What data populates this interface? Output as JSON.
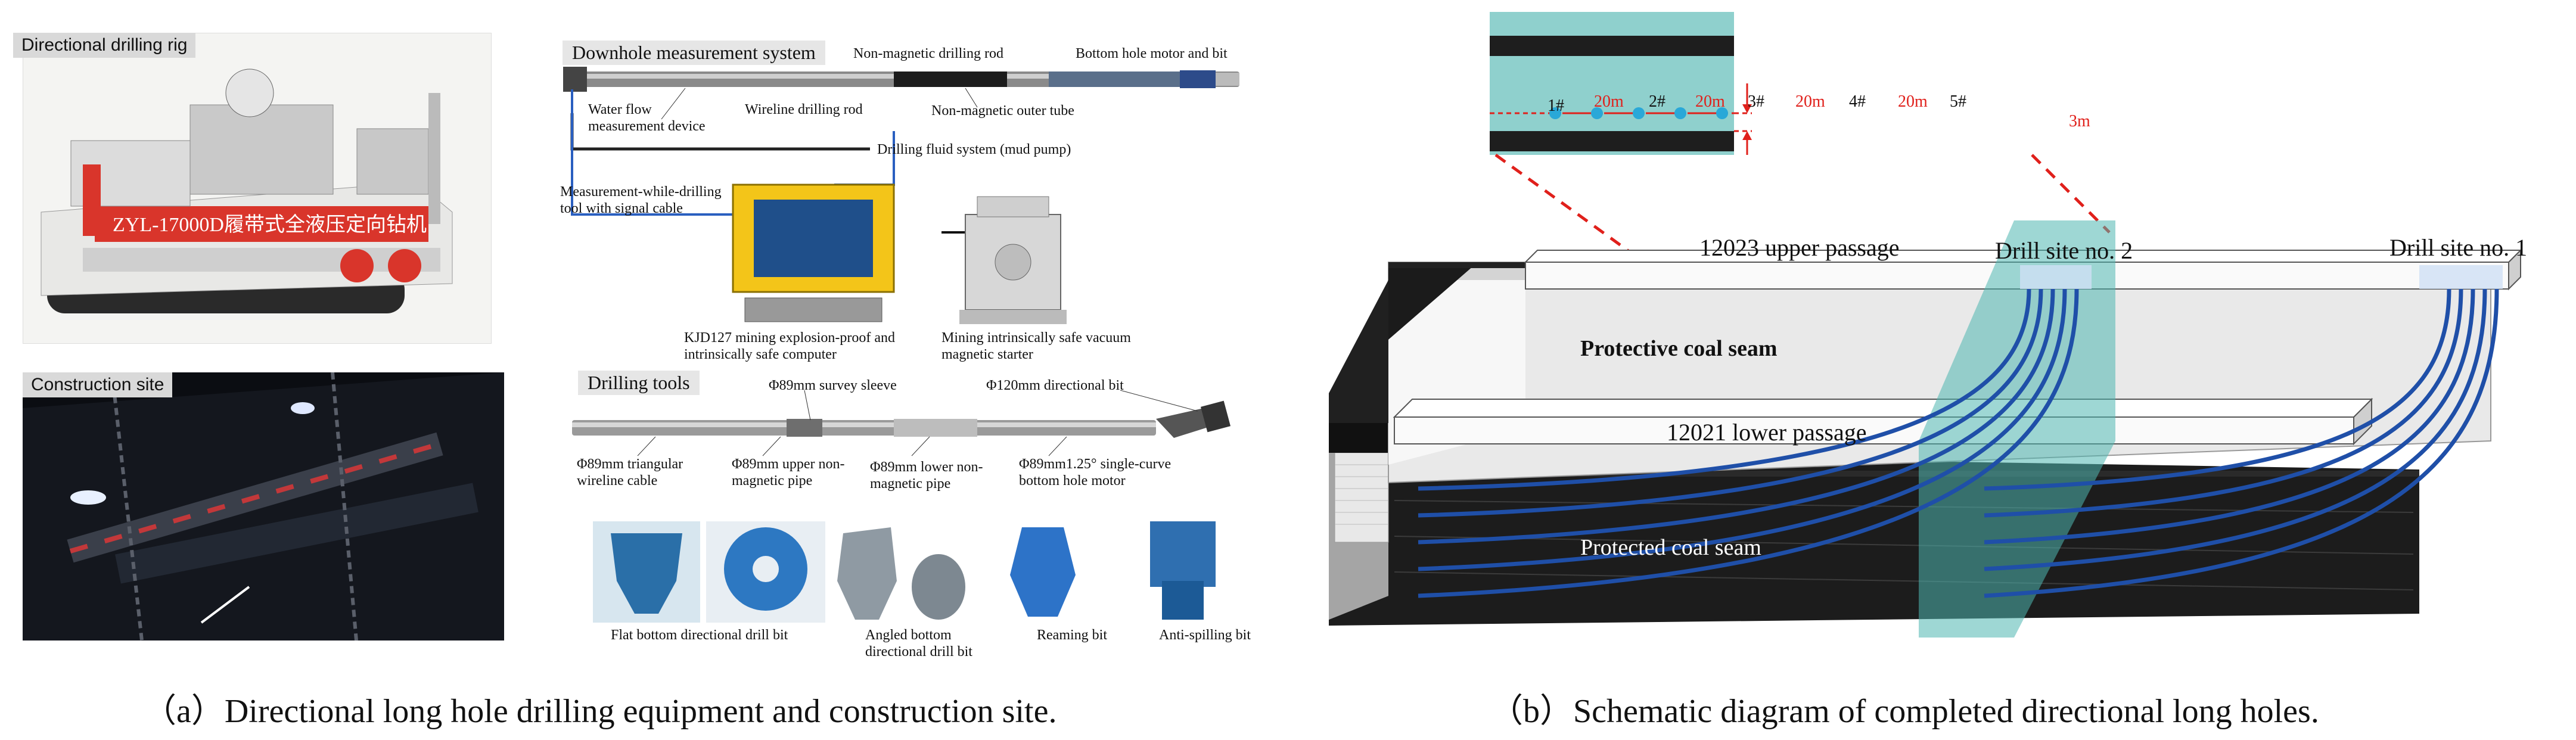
{
  "panel_a": {
    "rig_label": "Directional drilling rig",
    "rig_plate": "ZYL-17000D履带式全液压定向钻机",
    "site_label": "Construction site",
    "downhole": {
      "title": "Downhole measurement system",
      "nonmag_rod": "Non-magnetic drilling rod",
      "motor_bit": "Bottom hole motor and bit",
      "water_flow": "Water flow measurement device",
      "wireline_rod": "Wireline  drilling rod",
      "outer_tube": "Non-magnetic outer tube",
      "mud_pump": "Drilling fluid system (mud pump)",
      "mwd": "Measurement-while-drilling tool with signal cable",
      "computer": "KJD127 mining explosion-proof and intrinsically safe computer",
      "starter": "Mining intrinsically safe vacuum magnetic starter"
    },
    "tools": {
      "title": "Drilling tools",
      "survey_sleeve": "Φ89mm survey sleeve",
      "dir_bit": "Φ120mm directional bit",
      "triangular": "Φ89mm triangular wireline cable",
      "upper_pipe": "Φ89mm upper non-magnetic pipe",
      "lower_pipe": "Φ89mm lower non-magnetic pipe",
      "motor": "Φ89mm1.25° single-curve bottom hole motor"
    },
    "bits": {
      "flat": "Flat bottom directional drill bit",
      "angled": "Angled bottom directional drill bit",
      "reaming": "Reaming bit",
      "anti": "Anti-spilling bit"
    },
    "caption": "（a）Directional long hole drilling equipment and construction site."
  },
  "panel_b": {
    "holes": [
      "1#",
      "2#",
      "3#",
      "4#",
      "5#"
    ],
    "spacing": [
      "20m",
      "20m",
      "20m",
      "20m"
    ],
    "thickness": "3m",
    "upper_passage": "12023 upper passage",
    "lower_passage": "12021 lower passage",
    "drill_site_2": "Drill site no. 2",
    "drill_site_1": "Drill site no. 1",
    "protective": "Protective coal seam",
    "protected": "Protected coal seam",
    "caption": "（b）Schematic diagram of completed directional long holes."
  },
  "colors": {
    "arrow_red": "#e0201b",
    "hole_blue": "#1f4fa8",
    "teal": "#4fb6b0",
    "cyan_dot": "#29a8d8",
    "coal": "#1c1c1c"
  }
}
